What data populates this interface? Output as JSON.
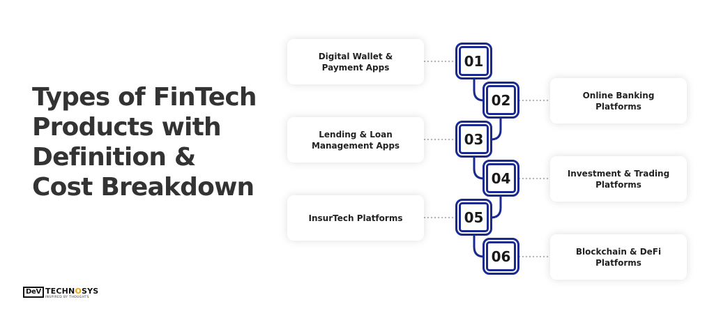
{
  "title_lines": [
    "Types of FinTech",
    "Products with",
    "Definition &",
    "Cost Breakdown"
  ],
  "logo": {
    "dev": "DeV",
    "techno": "TECHN",
    "o": "O",
    "sys": "SYS",
    "tagline": "Inspired by Thoughts"
  },
  "colors": {
    "badge_border": "#1b2a8e",
    "title": "#333333",
    "connector": "#1b2a8e",
    "logo_accent": "#f2a007"
  },
  "steps": [
    {
      "number": "01",
      "lines": [
        "Digital Wallet &",
        "Payment Apps"
      ]
    },
    {
      "number": "02",
      "lines": [
        "Online Banking",
        "Platforms"
      ]
    },
    {
      "number": "03",
      "lines": [
        "Lending & Loan",
        "Management Apps"
      ]
    },
    {
      "number": "04",
      "lines": [
        "Investment & Trading",
        "Platforms"
      ]
    },
    {
      "number": "05",
      "lines": [
        "InsurTech Platforms"
      ]
    },
    {
      "number": "06",
      "lines": [
        "Blockchain & DeFi",
        "Platforms"
      ]
    }
  ]
}
